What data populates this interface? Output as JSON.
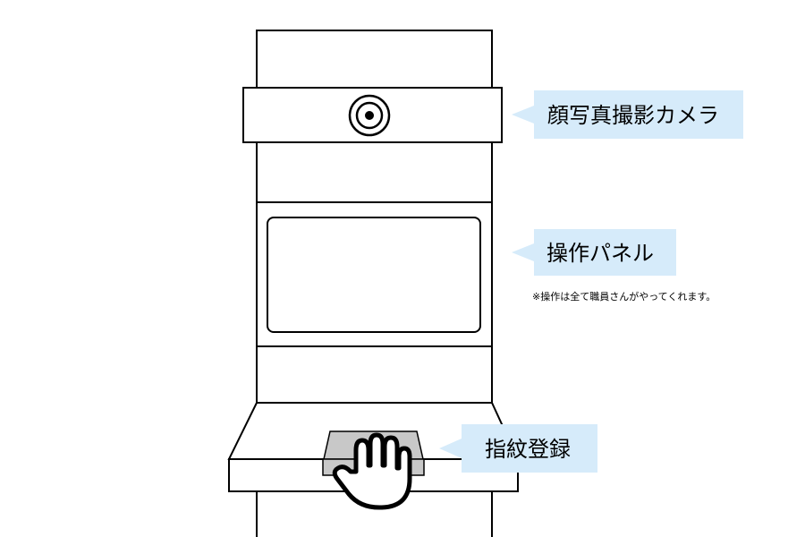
{
  "labels": {
    "camera": "顔写真撮影カメラ",
    "panel": "操作パネル",
    "panel_note": "※操作は全て職員さんがやってくれます。",
    "fingerprint": "指紋登録"
  },
  "colors": {
    "line": "#000000",
    "background": "#ffffff",
    "callout_fill": "#d6ebfa",
    "scanner_fill": "#c8c8c8"
  },
  "icons": {
    "camera": "camera-lens-icon",
    "hand": "hand-icon"
  }
}
